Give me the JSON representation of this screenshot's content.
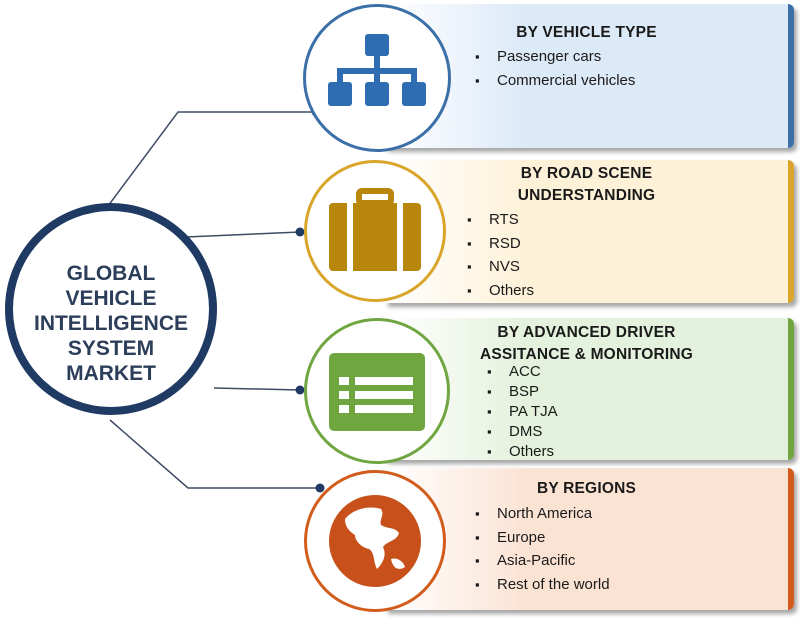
{
  "center": {
    "title": "GLOBAL\nVEHICLE\nINTELLIGENCE\nSYSTEM\nMARKET"
  },
  "segments": [
    {
      "title": "BY VEHICLE TYPE",
      "items": [
        "Passenger cars",
        "Commercial vehicles"
      ],
      "icon": "hierarchy-icon",
      "color": "#3b6fa8"
    },
    {
      "title": "BY ROAD SCENE\nUNDERSTANDING",
      "items": [
        "RTS",
        "RSD",
        "NVS",
        "Others"
      ],
      "icon": "briefcase-icon",
      "color": "#c9951f"
    },
    {
      "title": "BY ADVANCED DRIVER\nASSITANCE & MONITORING",
      "items": [
        "ACC",
        "BSP",
        "PA TJA",
        "DMS",
        "Others"
      ],
      "icon": "list-window-icon",
      "color": "#6fa640"
    },
    {
      "title": "BY REGIONS",
      "items": [
        "North America",
        "Europe",
        "Asia-Pacific",
        "Rest of the world"
      ],
      "icon": "globe-icon",
      "color": "#d25c1c"
    }
  ]
}
